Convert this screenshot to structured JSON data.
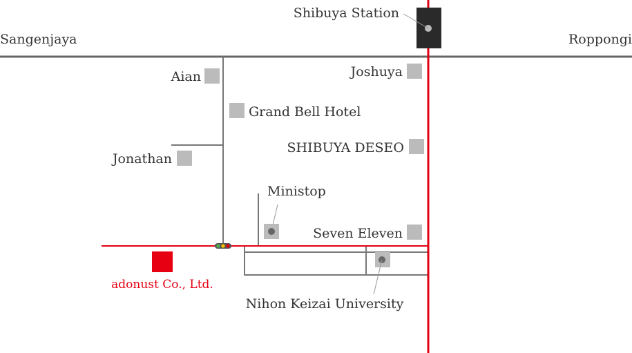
{
  "map": {
    "colors": {
      "main_road": "#666666",
      "side_road": "#777777",
      "red_road": "#e10012",
      "landmark": "#bbbbbb",
      "station": "#2a2a2a",
      "company": "#e60012",
      "text": "#333333"
    },
    "labels": {
      "shibuya_station": "Shibuya Station",
      "sangenjaya": "Sangenjaya",
      "roppongi": "Roppongi",
      "aian": "Aian",
      "joshuya": "Joshuya",
      "grand_bell_hotel": "Grand Bell Hotel",
      "shibuya_deseo": "SHIBUYA DESEO",
      "jonathan": "Jonathan",
      "ministop": "Ministop",
      "seven_eleven": "Seven Eleven",
      "company": "adonust Co., Ltd.",
      "nihon_keizai_university": "Nihon Keizai University"
    },
    "icons": {
      "traffic_light": "traffic-light-icon",
      "landmark_marker": "square-marker-icon",
      "pin": "pin-dot-icon"
    }
  }
}
